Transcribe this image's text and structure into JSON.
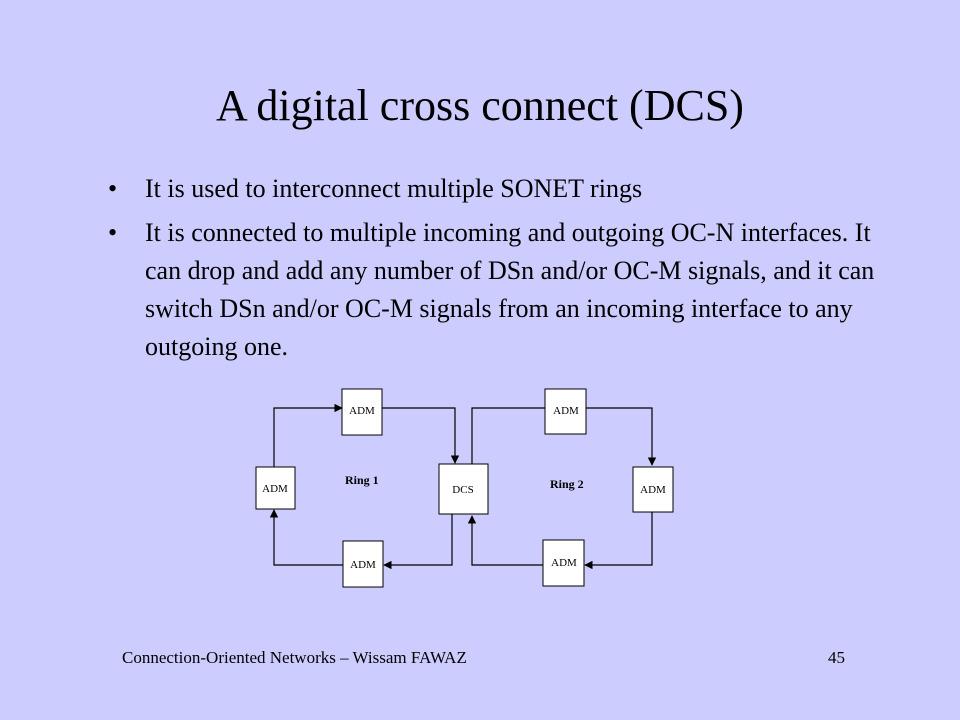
{
  "slide": {
    "title": "A digital cross connect (DCS)",
    "bullets": [
      "It is used to interconnect multiple SONET rings",
      "It is connected to multiple incoming and outgoing OC-N interfaces. It can drop and add any number of DSn and/or OC-M signals, and it can switch DSn and/or OC-M signals from an incoming interface to any outgoing one."
    ],
    "bullet_glyph": "•"
  },
  "diagram": {
    "nodes": {
      "ring1_top": "ADM",
      "ring1_left": "ADM",
      "ring1_bottom": "ADM",
      "dcs": "DCS",
      "ring2_top": "ADM",
      "ring2_right": "ADM",
      "ring2_bottom": "ADM"
    },
    "ring1_label": "Ring  1",
    "ring2_label": "Ring 2"
  },
  "footer": {
    "left": "Connection-Oriented Networks – Wissam FAWAZ",
    "page_number": "45"
  }
}
